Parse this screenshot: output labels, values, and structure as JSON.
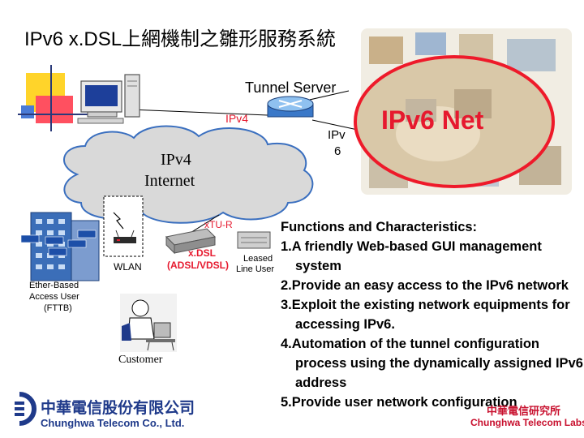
{
  "title": "IPv6 x.DSL上網機制之雛形服務系統",
  "labels": {
    "tunnel_server": "Tunnel Server",
    "ipv4_link": "IPv4",
    "ipv6_link_line1": "IPv",
    "ipv6_link_line2": "6",
    "ipv6_net": "IPv6 Net",
    "internet_line1": "IPv4",
    "internet_line2": "Internet",
    "xtur": "xTU-R",
    "xdsl_line1": "x.DSL",
    "xdsl_line2": "(ADSL/VDSL)",
    "leased_line1": "Leased",
    "leased_line2": "Line User",
    "wlan": "WLAN",
    "ether_line1": "Ether-Based",
    "ether_line2": "Access User",
    "ether_line3": "(FTTB)",
    "customer": "Customer"
  },
  "functions": {
    "heading": "Functions and Characteristics:",
    "items": [
      "1.A friendly Web-based GUI management system",
      "2.Provide an easy access to the IPv6 network",
      "3.Exploit the existing network equipments for accessing IPv6.",
      "4.Automation of the tunnel configuration process using the dynamically assigned IPv6 address",
      "5.Provide user network configuration"
    ]
  },
  "logo": {
    "chinese_name": "中華電信股份有限公司",
    "english_name": "Chunghwa Telecom Co., Ltd."
  },
  "watermark": {
    "line1": "中華電信研究所",
    "line2": "Chunghwa Telecom Labs."
  },
  "colors": {
    "accent_red": "#e6192e",
    "cloud": "#d9d9d9",
    "yellow_block": "#ffd42a",
    "red_block": "#ff5060",
    "blue_block": "#4a7bd6",
    "logo_blue": "#1f3a8a"
  }
}
